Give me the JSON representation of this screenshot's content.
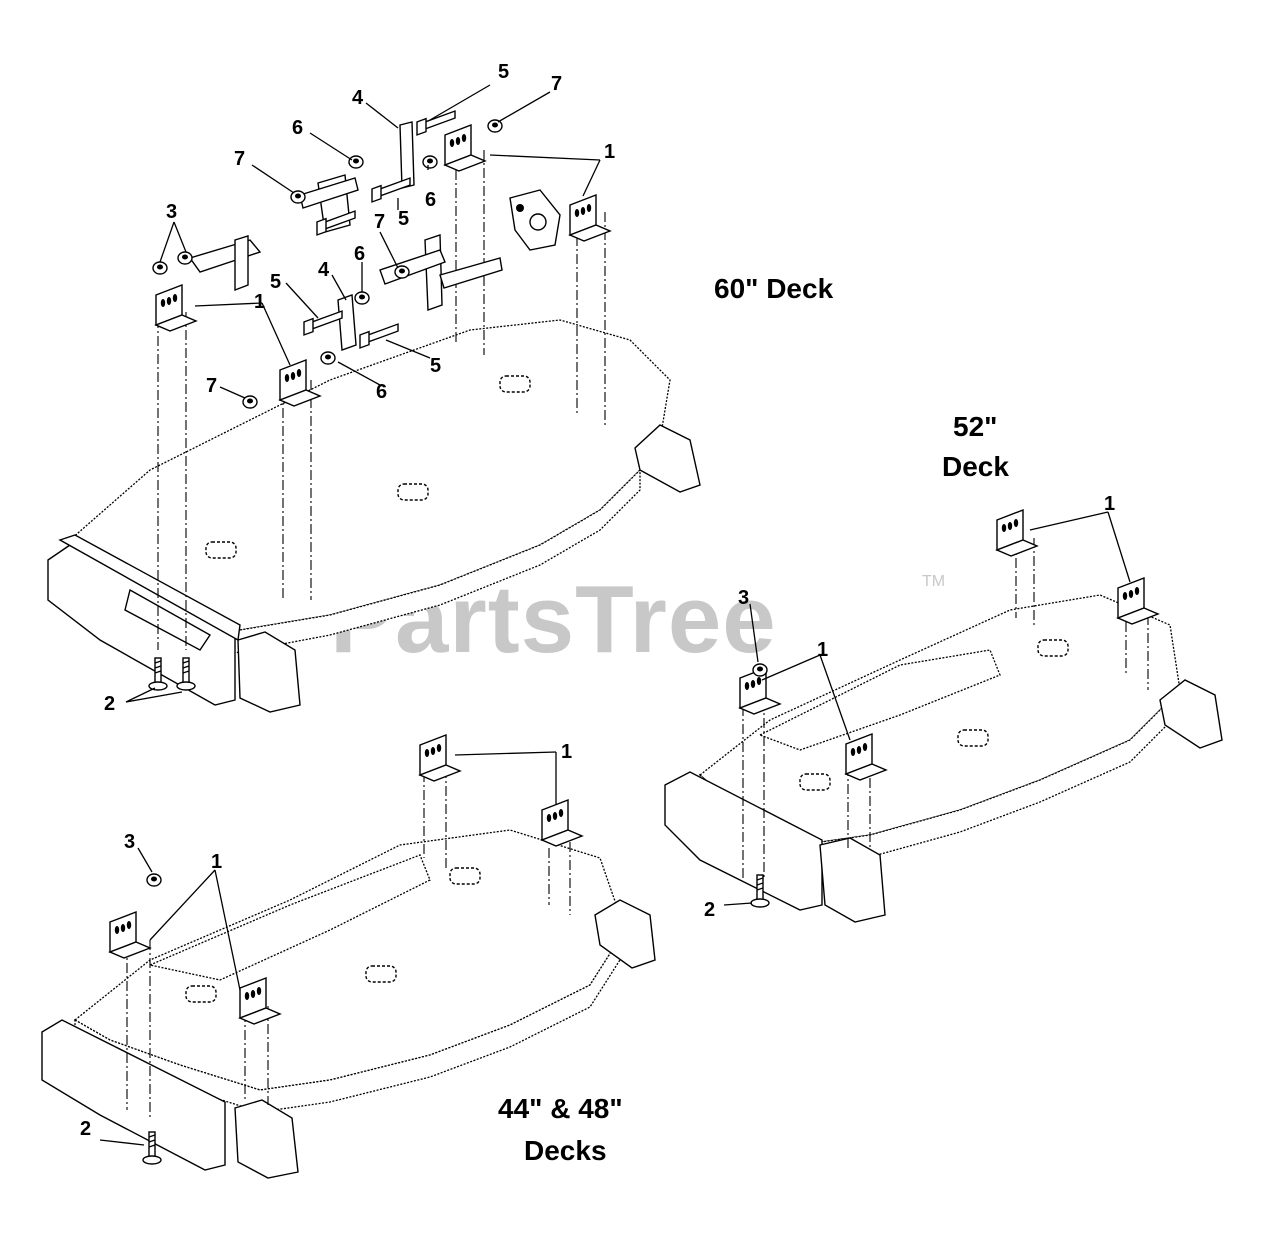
{
  "watermark": {
    "text": "PartsTree",
    "trademark": "TM"
  },
  "decks": {
    "deck60": {
      "title": "60\" Deck"
    },
    "deck52": {
      "title_line1": "52\"",
      "title_line2": "Deck"
    },
    "deck44": {
      "title_line1": "44\" & 48\"",
      "title_line2": "Decks"
    }
  },
  "callouts": {
    "c60_5a": "5",
    "c60_7a": "7",
    "c60_4a": "4",
    "c60_6a": "6",
    "c60_1a": "1",
    "c60_7b": "7",
    "c60_6b": "6",
    "c60_5b": "5",
    "c60_3": "3",
    "c60_7c": "7",
    "c60_6c": "6",
    "c60_4b": "4",
    "c60_5c": "5",
    "c60_1b": "1",
    "c60_5d": "5",
    "c60_7d": "7",
    "c60_6d": "6",
    "c60_2": "2",
    "c52_1a": "1",
    "c52_3": "3",
    "c52_1b": "1",
    "c52_2": "2",
    "c44_1a": "1",
    "c44_3": "3",
    "c44_1b": "1",
    "c44_2": "2"
  }
}
